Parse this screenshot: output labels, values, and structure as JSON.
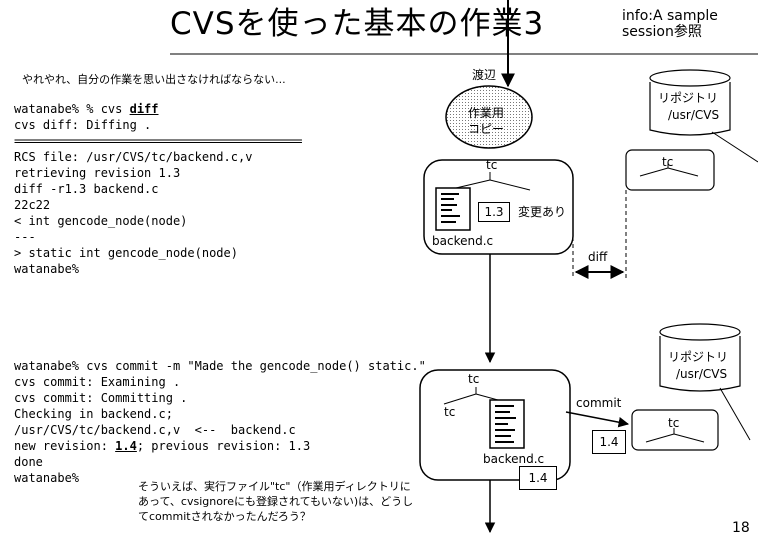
{
  "slide": {
    "title": "CVSを使った基本の作業3",
    "info_line1": "info:A sample",
    "info_line2": "session参照",
    "note_top": "やれやれ、自分の作業を思い出さなければならない...",
    "page_number": "18"
  },
  "diff_session": {
    "prompt_prefix": "watanabe% % cvs ",
    "command_emph": "diff",
    "lines": [
      "cvs diff: Diffing .",
      "===================================================",
      "RCS file: /usr/CVS/tc/backend.c,v",
      "retrieving revision 1.3",
      "diff -r1.3 backend.c",
      "22c22",
      "< int gencode_node(node)",
      "---",
      "> static int gencode_node(node)",
      "watanabe%"
    ]
  },
  "commit_session": {
    "line1": "watanabe% cvs commit -m \"Made the gencode_node() static.\"",
    "line2": "cvs commit: Examining .",
    "line3": "cvs commit: Committing .",
    "line4": "Checking in backend.c;",
    "line5": "/usr/CVS/tc/backend.c,v  <--  backend.c",
    "line6_prefix": "new revision: ",
    "line6_emph": "1.4",
    "line6_suffix": "; previous revision: 1.3",
    "line7": "done",
    "line8": "watanabe%"
  },
  "question_note": {
    "line1": "そういえば、実行ファイル\"tc\"（作業用ディレクトリに",
    "line2": "あって、cvsignoreにも登録されてもいない)は、どうし",
    "line3": "てcommitされなかったんだろう？"
  },
  "diagram": {
    "user": "渡辺",
    "workcopy_line1": "作業用",
    "workcopy_line2": "コピー",
    "tc": "tc",
    "rev_13": "1.3",
    "modified": "変更あり",
    "backend": "backend.c",
    "diff": "diff",
    "repo_line1": "リポジトリ",
    "repo_line2": "/usr/CVS",
    "commit": "commit",
    "rev_14": "1.4"
  }
}
